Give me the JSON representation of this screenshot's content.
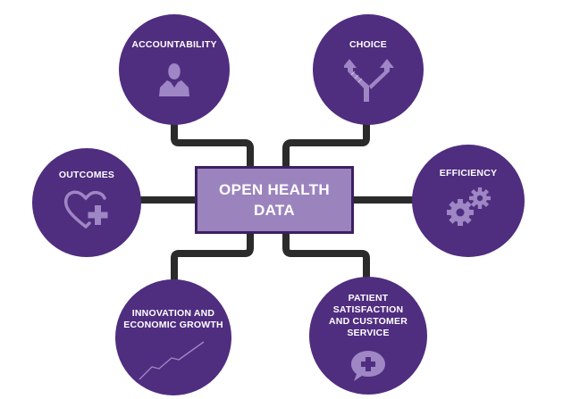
{
  "center": {
    "label": "OPEN HEALTH\nDATA"
  },
  "nodes": {
    "accountability": {
      "label": "ACCOUNTABILITY",
      "icon": "person-icon"
    },
    "choice": {
      "label": "CHOICE",
      "icon": "diverging-arrows-icon"
    },
    "outcomes": {
      "label": "OUTCOMES",
      "icon": "heart-plus-icon"
    },
    "efficiency": {
      "label": "EFFICIENCY",
      "icon": "gears-icon"
    },
    "innovation": {
      "label": "INNOVATION AND\nECONOMIC GROWTH",
      "icon": "growth-line-icon"
    },
    "patient": {
      "label": "PATIENT\nSATISFACTION\nAND CUSTOMER\nSERVICE",
      "icon": "speech-bubble-plus-icon"
    }
  },
  "colors": {
    "node_fill": "#4f2d7f",
    "center_fill": "#9b84be",
    "center_border": "#3d2061",
    "connector": "#2b2b2b",
    "icon_fill": "#9f86c4"
  }
}
